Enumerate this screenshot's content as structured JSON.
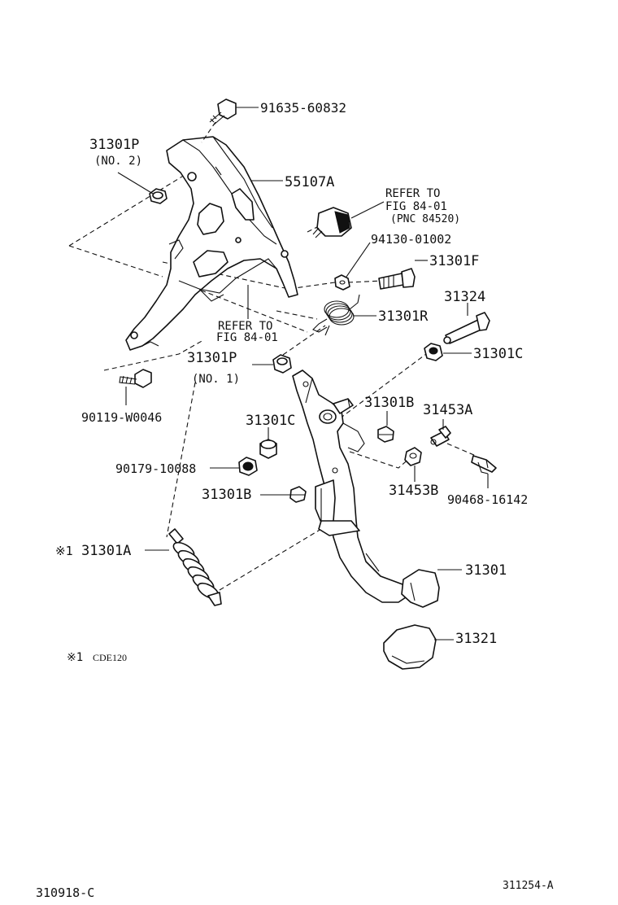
{
  "diagram": {
    "parts": {
      "screw_top": "91635-60832",
      "part_31301p_no2": "31301P",
      "no2": "(NO. 2)",
      "bracket": "55107A",
      "refer_1_line1": "REFER TO",
      "refer_1_line2": "FIG 84-01",
      "refer_1_line3": "(PNC 84520)",
      "nut": "94130-01002",
      "bolt_31301f": "31301F",
      "pin_31324": "31324",
      "spring_31301r": "31301R",
      "refer_2_line1": "REFER TO",
      "refer_2_line2": "FIG 84-01",
      "part_31301p_no1": "31301P",
      "no1": "(NO. 1)",
      "bushing_31301c_right": "31301C",
      "bolt_90119": "90119-W0046",
      "bushing_31301b_top": "31301B",
      "part_31453a": "31453A",
      "bushing_31301c_left": "31301C",
      "washer_90179": "90179-10088",
      "clip_31453b": "31453B",
      "clip_90468": "90468-16142",
      "bushing_31301b_left": "31301B",
      "spring_31301a_mark": "※1",
      "spring_31301a": "31301A",
      "pedal_31301": "31301",
      "pad_31321": "31321",
      "footnote_mark": "※1",
      "footnote_text": "CDE120"
    },
    "footer_left": "310918-C",
    "footer_right": "311254-A"
  }
}
